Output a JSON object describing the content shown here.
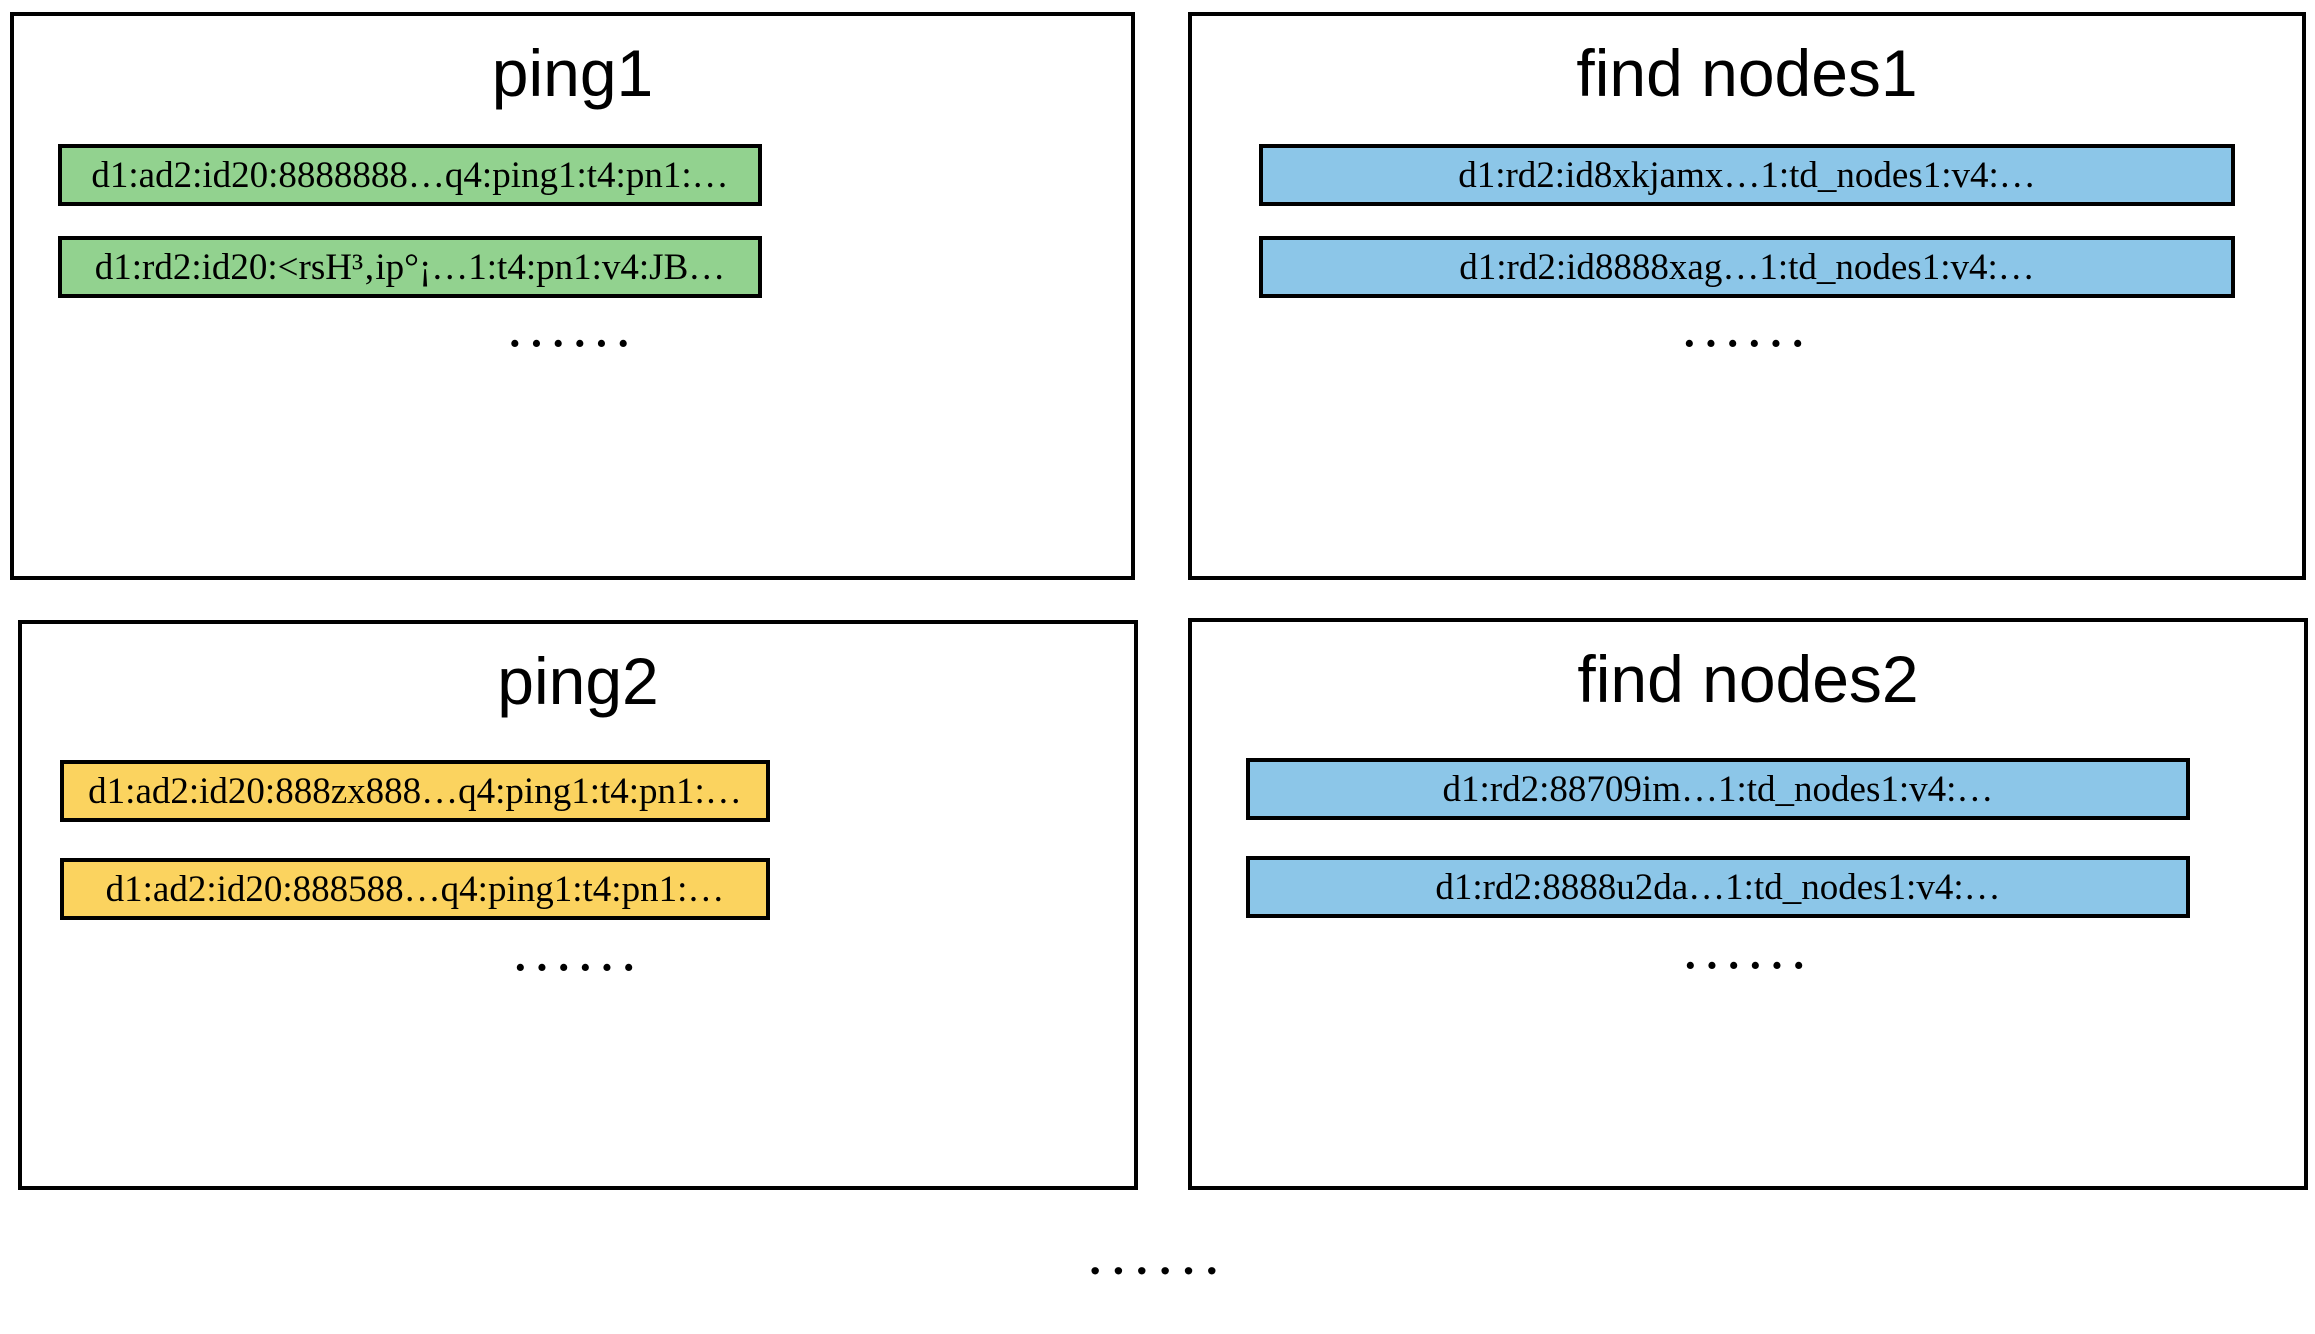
{
  "figure": {
    "bottom_ellipsis": "······",
    "colors": {
      "ping1_row": "#92d28f",
      "ping2_row": "#fbd35f",
      "find_nodes_row": "#8cc6e8",
      "border": "#000000",
      "panel_background": "#ffffff",
      "text": "#000000"
    }
  },
  "panels": [
    {
      "id": "ping1",
      "title": "ping1",
      "row_color": "green",
      "rows": [
        {
          "text": "d1:ad2:id20:8888888…q4:ping1:t4:pn1:…"
        },
        {
          "text": "d1:rd2:id20:<rsH³‚ip°¡…1:t4:pn1:v4:JB…"
        }
      ],
      "ellipsis": "······"
    },
    {
      "id": "find-nodes1",
      "title": "find nodes1",
      "row_color": "blue",
      "rows": [
        {
          "text": "d1:rd2:id8xkjamx…1:td_nodes1:v4:…"
        },
        {
          "text": "d1:rd2:id8888xag…1:td_nodes1:v4:…"
        }
      ],
      "ellipsis": "······"
    },
    {
      "id": "ping2",
      "title": "ping2",
      "row_color": "yellow",
      "rows": [
        {
          "text": "d1:ad2:id20:888zx888…q4:ping1:t4:pn1:…"
        },
        {
          "text": "d1:ad2:id20:888588…q4:ping1:t4:pn1:…"
        }
      ],
      "ellipsis": "······"
    },
    {
      "id": "find-nodes2",
      "title": "find nodes2",
      "row_color": "blue",
      "rows": [
        {
          "text": "d1:rd2:88709im…1:td_nodes1:v4:…"
        },
        {
          "text": "d1:rd2:8888u2da…1:td_nodes1:v4:…"
        }
      ],
      "ellipsis": "······"
    }
  ]
}
